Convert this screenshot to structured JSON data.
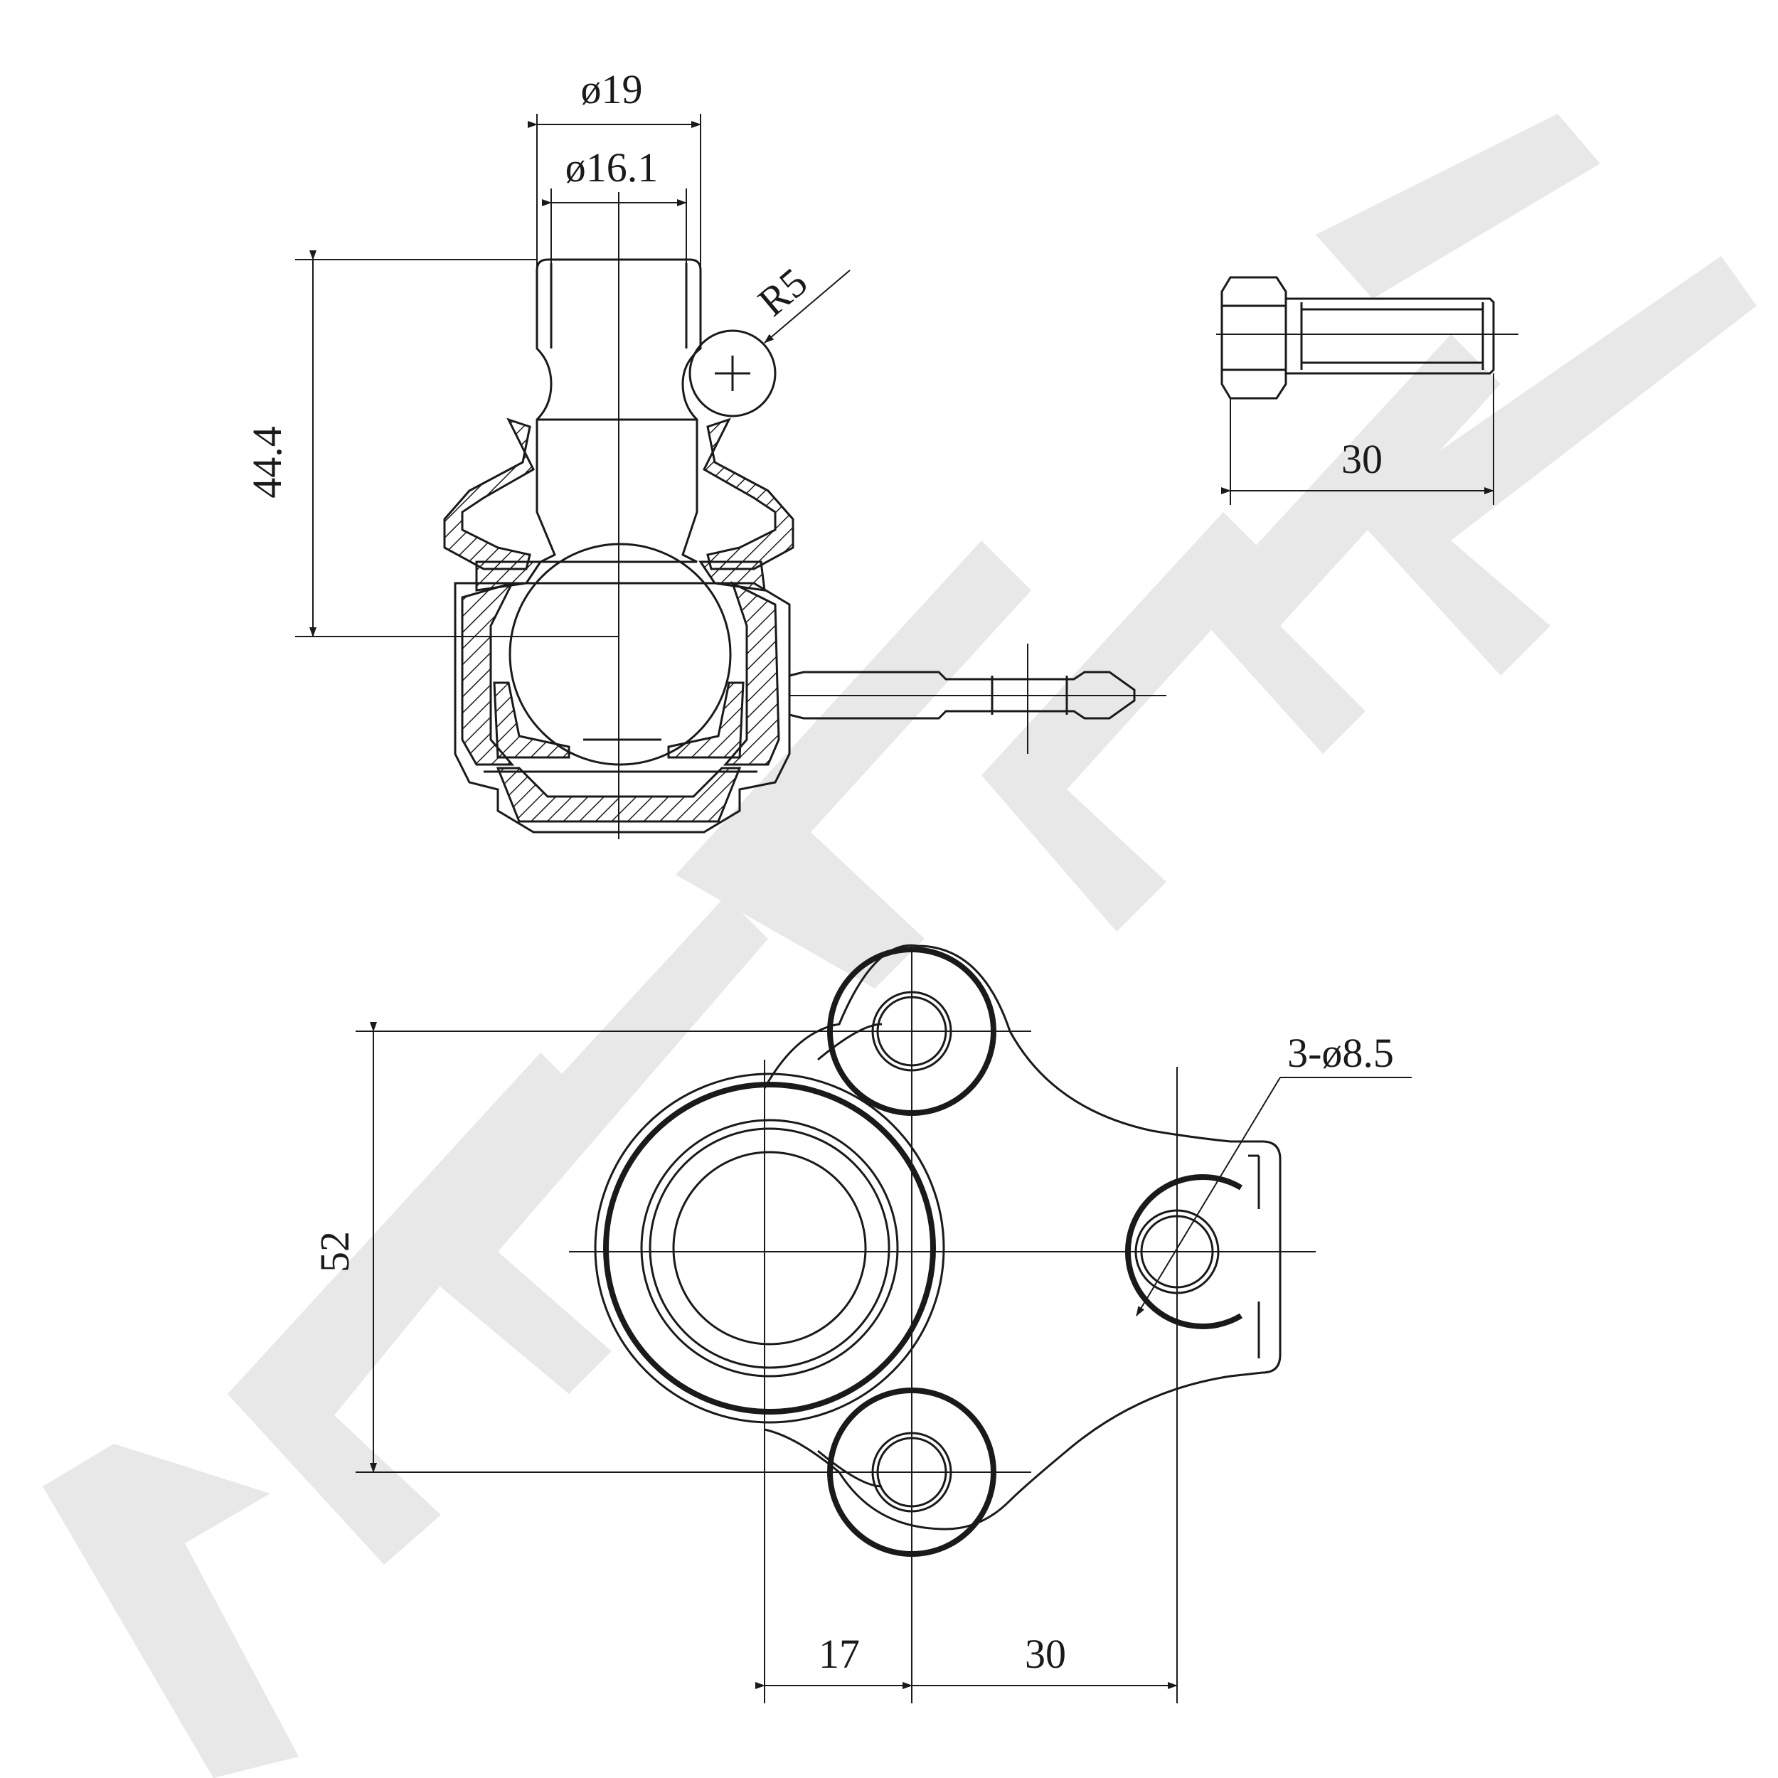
{
  "watermark": {
    "text": "ZENNEK",
    "color": "#e8e8e8"
  },
  "dimensions": {
    "stud_outer_dia": "ø19",
    "stud_inner_dia": "ø16.1",
    "radius": "R5",
    "height": "44.4",
    "bolt_length": "30",
    "holes": "3-ø8.5",
    "flange_height": "52",
    "offset_left": "17",
    "offset_right": "30"
  },
  "line_color": "#1a1a1a"
}
